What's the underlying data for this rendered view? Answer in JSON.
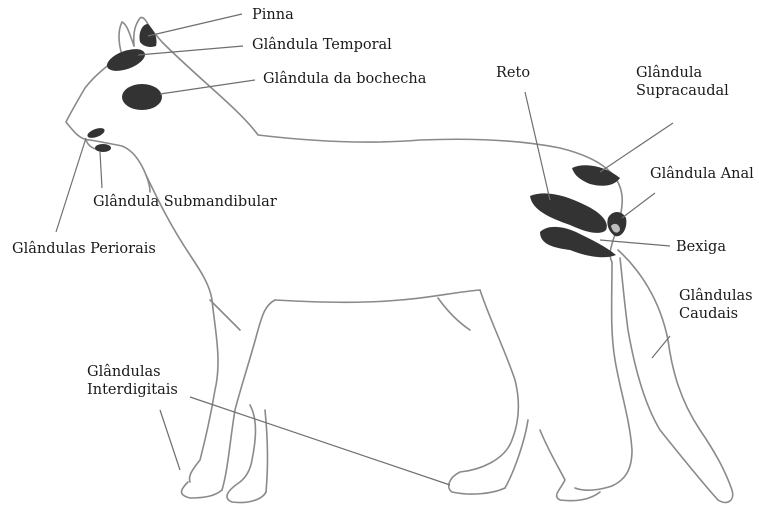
{
  "colors": {
    "outline": "#8a8a8a",
    "gland": "#333333",
    "gland_highlight": "#bdbdbd",
    "leader": "#6f6f6f",
    "text": "#1a1a1a"
  },
  "labels": {
    "pinna": "Pinna",
    "temporal": "Glândula Temporal",
    "bochecha": "Glândula da bochecha",
    "reto": "Reto",
    "supracaudal_l1": "Glândula",
    "supracaudal_l2": "Supracaudal",
    "anal": "Glândula Anal",
    "submandibular": "Glândula Submandibular",
    "periorais": "Glândulas Periorais",
    "bexiga": "Bexiga",
    "caudais_l1": "Glândulas",
    "caudais_l2": "Caudais",
    "interdigitais_l1": "Glândulas",
    "interdigitais_l2": "Interdigitais"
  }
}
